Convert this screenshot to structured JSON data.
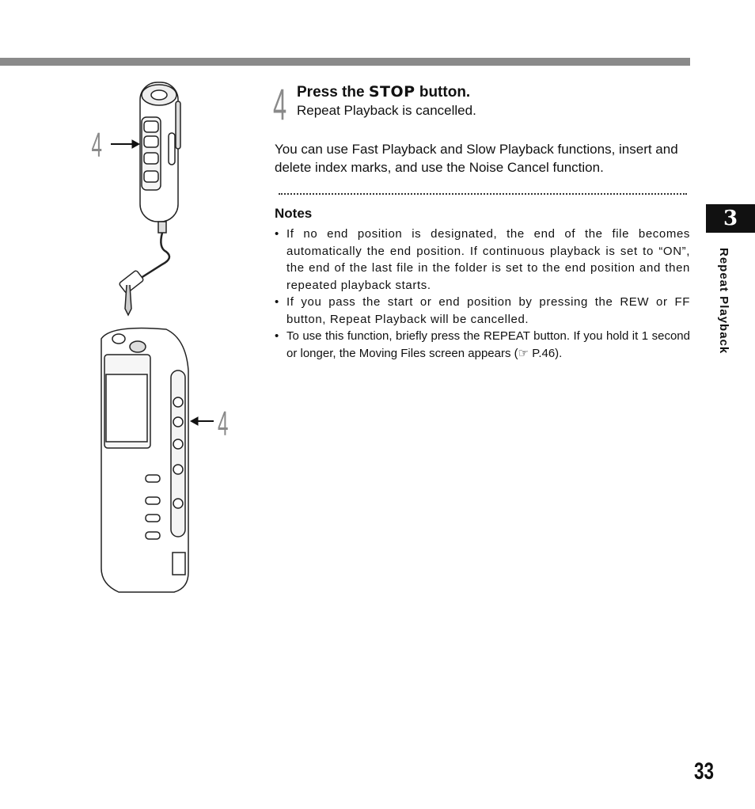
{
  "step": {
    "number": "4",
    "title_prefix": "Press the ",
    "title_key": "STOP",
    "title_suffix": " button.",
    "subtitle": "Repeat Playback is cancelled."
  },
  "body_text": "You can use Fast Playback and Slow Playback functions, insert and delete index marks, and use the Noise Cancel function.",
  "notes": {
    "heading": "Notes",
    "items": [
      "If no end position is designated, the end of the file becomes automatically the end position. If continuous playback is set to “ON”, the end of the last file in the folder is set to the end position and then repeated playback starts.",
      "If you pass the start or end position by pressing the REW or FF button, Repeat Playback will be cancelled.",
      "To use this function, briefly press the REPEAT button. If you hold it 1 second or longer, the Moving Files screen appears (☞ P.46)."
    ]
  },
  "illustration": {
    "callout_top": "4",
    "callout_bottom": "4"
  },
  "side_tab": {
    "chapter": "3",
    "label": "Repeat Playback"
  },
  "page_number": "33"
}
